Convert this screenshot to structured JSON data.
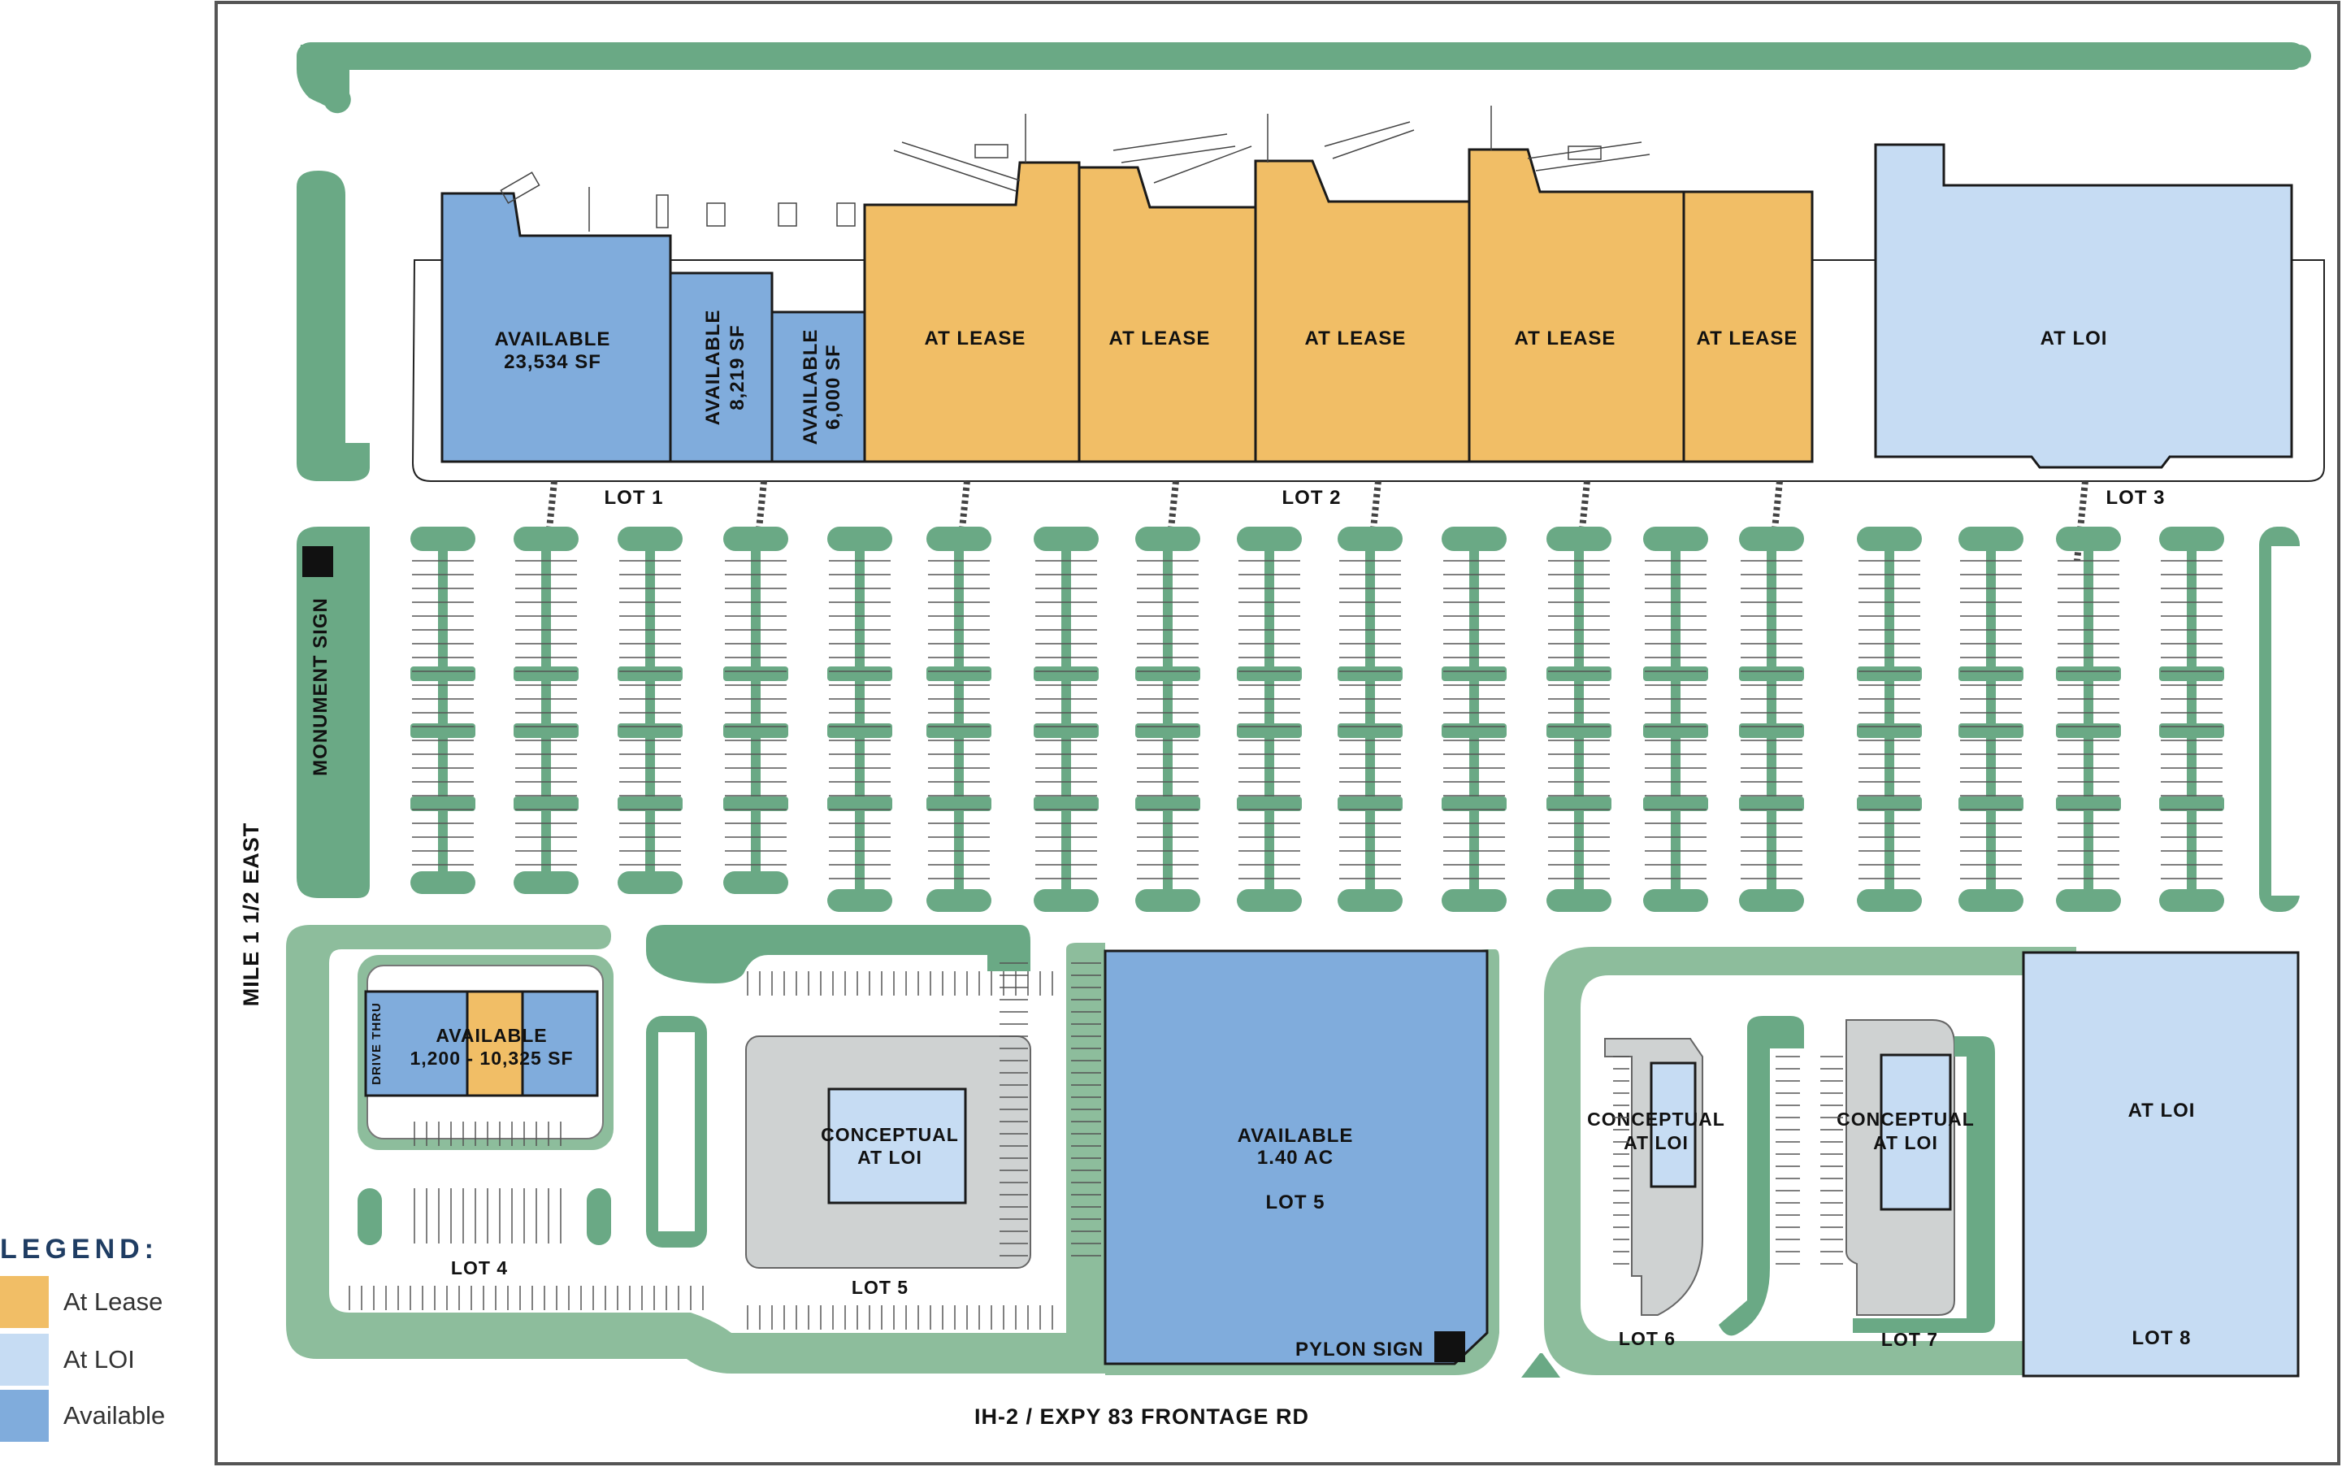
{
  "colors": {
    "at_lease": "#f1be66",
    "at_loi": "#c6dcf3",
    "available": "#80acdc",
    "landscape": "#6aa985",
    "landscape_light": "#8dbd9c",
    "outline": "#1a1a1a",
    "pavement": "#cfd2d2",
    "legend_title": "#1f3d63"
  },
  "roads": {
    "west": "MILE 1 1/2 EAST",
    "south": "IH-2 / EXPY 83 FRONTAGE RD"
  },
  "signs": {
    "monument": "MONUMENT SIGN",
    "pylon": "PYLON SIGN"
  },
  "lots": {
    "lot1": "LOT 1",
    "lot2": "LOT 2",
    "lot3": "LOT 3",
    "lot4": "LOT 4",
    "lot5a": "LOT 5",
    "lot5b": "LOT 5",
    "lot6": "LOT 6",
    "lot7": "LOT 7",
    "lot8": "LOT 8"
  },
  "units": [
    {
      "id": "u1",
      "line1": "AVAILABLE",
      "line2": "23,534 SF",
      "status": "available"
    },
    {
      "id": "u2",
      "line1": "AVAILABLE",
      "line2": "8,219 SF",
      "status": "available"
    },
    {
      "id": "u3",
      "line1": "AVAILABLE",
      "line2": "6,000 SF",
      "status": "available"
    },
    {
      "id": "u4",
      "line1": "AT LEASE",
      "status": "at_lease"
    },
    {
      "id": "u5",
      "line1": "AT LEASE",
      "status": "at_lease"
    },
    {
      "id": "u6",
      "line1": "AT LEASE",
      "status": "at_lease"
    },
    {
      "id": "u7",
      "line1": "AT LEASE",
      "status": "at_lease"
    },
    {
      "id": "u8",
      "line1": "AT LEASE",
      "status": "at_lease"
    },
    {
      "id": "u9",
      "line1": "AT LOI",
      "status": "at_loi"
    }
  ],
  "pads": {
    "lot4": {
      "line1": "AVAILABLE",
      "line2": "1,200 - 10,325 SF",
      "drive_thru": "DRIVE THRU"
    },
    "lot5_conceptual": {
      "line1": "CONCEPTUAL",
      "line2": "AT LOI"
    },
    "lot5_main": {
      "line1": "AVAILABLE",
      "line2": "1.40 AC",
      "line3": "LOT 5"
    },
    "lot6": {
      "line1": "CONCEPTUAL",
      "line2": "AT LOI"
    },
    "lot7": {
      "line1": "CONCEPTUAL",
      "line2": "AT LOI"
    },
    "lot8": {
      "line1": "AT LOI"
    }
  },
  "legend": {
    "title": "LEGEND:",
    "items": [
      {
        "label": "At Lease",
        "color": "#f1be66"
      },
      {
        "label": "At LOI",
        "color": "#c6dcf3"
      },
      {
        "label": "Available",
        "color": "#80acdc"
      }
    ]
  }
}
